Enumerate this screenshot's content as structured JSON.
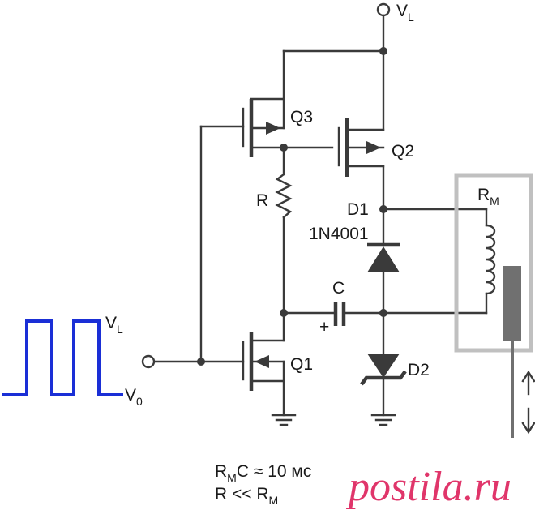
{
  "labels": {
    "vl_top": "V",
    "vl_top_sub": "L",
    "q3": "Q3",
    "q2": "Q2",
    "q1": "Q1",
    "r": "R",
    "rm": "R",
    "rm_sub": "M",
    "d1": "D1",
    "d1_part": "1N4001",
    "c": "C",
    "c_plus": "+",
    "d2": "D2",
    "vl_wave": "V",
    "vl_wave_sub": "L",
    "v0_wave": "V",
    "v0_wave_sub": "0"
  },
  "notes": {
    "line1_a": "R",
    "line1_sub": "M",
    "line1_b": "C ≈ 10 мс",
    "line2_a": "R << R",
    "line2_sub": "M"
  },
  "watermark": {
    "text": "postila.ru"
  },
  "colors": {
    "wire": "#3a3a3a",
    "waveform": "#1a2fd6",
    "relay_frame": "#c0c0c0",
    "reed": "#707070",
    "watermark": "#e0356a"
  }
}
